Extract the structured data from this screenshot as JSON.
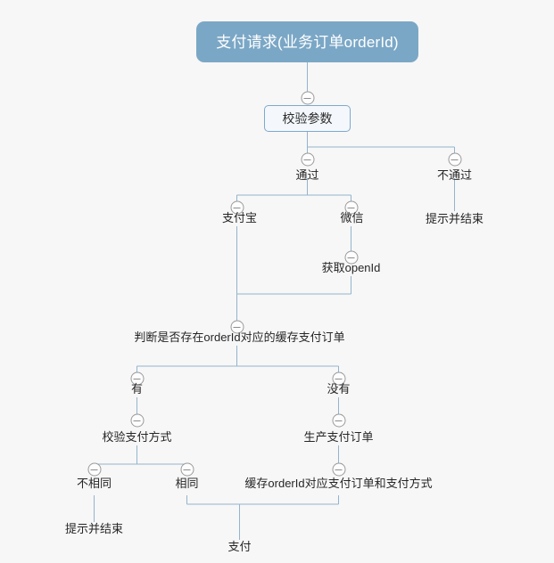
{
  "diagram": {
    "title": "支付请求(业务订单orderId)",
    "background_color": "#f7f7f7",
    "root_fill_color": "#7ba7c6",
    "box_border_color": "#7fa8cc",
    "edge_color": "#93b4cd",
    "toggle_icon": "collapse-minus-icon"
  },
  "nodes": {
    "root": {
      "label": "支付请求(业务订单orderId)",
      "type": "root"
    },
    "validate_params": {
      "label": "校验参数",
      "type": "box"
    },
    "pass": {
      "label": "通过",
      "type": "text"
    },
    "fail": {
      "label": "不通过",
      "type": "text"
    },
    "fail_end": {
      "label": "提示并结束",
      "type": "text"
    },
    "alipay": {
      "label": "支付宝",
      "type": "text"
    },
    "wechat": {
      "label": "微信",
      "type": "text"
    },
    "get_openid": {
      "label": "获取openId",
      "type": "text"
    },
    "check_cache": {
      "label": "判断是否存在orderId对应的缓存支付订单",
      "type": "text"
    },
    "has": {
      "label": "有",
      "type": "text"
    },
    "has_not": {
      "label": "没有",
      "type": "text"
    },
    "verify_pay_method": {
      "label": "校验支付方式",
      "type": "text"
    },
    "create_order": {
      "label": "生产支付订单",
      "type": "text"
    },
    "not_same": {
      "label": "不相同",
      "type": "text"
    },
    "same": {
      "label": "相同",
      "type": "text"
    },
    "cache_order": {
      "label": "缓存orderId对应支付订单和支付方式",
      "type": "text"
    },
    "not_same_end": {
      "label": "提示并结束",
      "type": "text"
    },
    "pay": {
      "label": "支付",
      "type": "text"
    }
  }
}
